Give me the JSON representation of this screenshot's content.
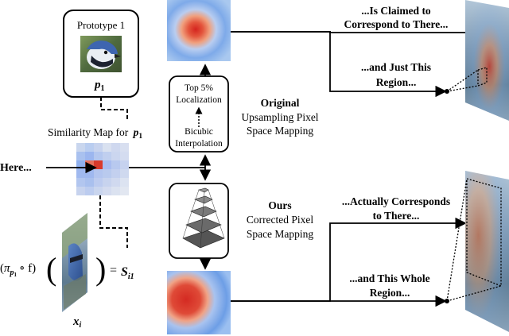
{
  "prototype_box": {
    "title": "Prototype 1",
    "symbol": "p",
    "subscript": "1"
  },
  "similarity_map": {
    "label_prefix": "Similarity Map for",
    "symbol": "p",
    "subscript": "1"
  },
  "here_label": "Here...",
  "equation": {
    "left_paren": "(",
    "pi": "π",
    "pi_sub": "p",
    "pi_subsub": "1",
    "compose": "∘ f)",
    "big_left": "(",
    "big_right": ")",
    "equals": "=",
    "rhs": "S",
    "rhs_sub": "i1",
    "image_symbol": "x",
    "image_sub": "i"
  },
  "original_process": {
    "top_step_line1": "Top 5%",
    "top_step_line2": "Localization",
    "bottom_step_line1": "Bicubic",
    "bottom_step_line2": "Interpolation"
  },
  "original_label": {
    "title": "Original",
    "line1": "Upsampling Pixel",
    "line2": "Space Mapping"
  },
  "ours_label": {
    "title": "Ours",
    "line1": "Corrected Pixel",
    "line2": "Space Mapping"
  },
  "right_labels": {
    "claimed_line1": "...Is Claimed to",
    "claimed_line2": "Correspond to There...",
    "just_region": "...and Just This",
    "just_region_line2": "Region...",
    "actually_line1": "...Actually Corresponds",
    "actually_line2": "to There...",
    "whole_region_line1": "...and This Whole",
    "whole_region_line2": "Region..."
  },
  "heatmap_grid": [
    [
      "#c9d6ee",
      "#b9cdf0",
      "#c7d3ee",
      "#d9e1f0",
      "#cfd8ef",
      "#d8dff0"
    ],
    [
      "#a9c1ef",
      "#9cb6ef",
      "#b4c7ef",
      "#c0cfef",
      "#cbd6ef",
      "#d4dcf0"
    ],
    [
      "#8fb0ee",
      "#e6705c",
      "#d93a2c",
      "#a9bdf0",
      "#b8c9ef",
      "#c6d2ef"
    ],
    [
      "#a0b9ef",
      "#9fb8ef",
      "#b3c5ef",
      "#b9caee",
      "#c3d0ef",
      "#cfd9ef"
    ],
    [
      "#b2c6ef",
      "#a9c0ee",
      "#bccbef",
      "#c7d3ee",
      "#d0d9ef",
      "#dce3f1"
    ],
    [
      "#c7d3ee",
      "#bcccef",
      "#c9d5ee",
      "#d3dbef",
      "#dbe2f0",
      "#e2e7f1"
    ]
  ],
  "colors": {
    "heat_hot": "#d62f27",
    "heat_warm": "#f08a5d",
    "heat_cool": "#6fa2e6",
    "heat_cold": "#9ec3ef",
    "arrow": "#000000"
  }
}
